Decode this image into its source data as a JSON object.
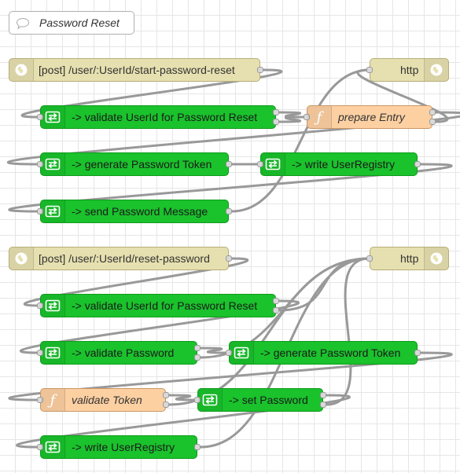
{
  "comment": {
    "label": "Password Reset"
  },
  "flow1": {
    "http_in": "[post] /user/:UserId/start-password-reset",
    "validate_user": "-> validate UserId for Password Reset",
    "prepare_entry": "prepare Entry",
    "generate_token": "-> generate Password Token",
    "write_registry": "-> write UserRegistry",
    "send_message": "-> send Password Message",
    "http_response": "http"
  },
  "flow2": {
    "http_in": "[post] /user/:UserId/reset-password",
    "validate_user": "-> validate UserId for Password Reset",
    "validate_password": "-> validate Password",
    "generate_token": "-> generate Password Token",
    "validate_token": "validate Token",
    "set_password": "-> set Password",
    "write_registry": "-> write UserRegistry",
    "http_response": "http"
  },
  "icons": {
    "comment": "speech-bubble-icon",
    "http": "globe-icon",
    "subflow": "subflow-arrows-icon",
    "function": "function-icon"
  },
  "colors": {
    "subflow": "#1ac22c",
    "function": "#fdd0a2",
    "http": "#e6e0b0",
    "wire": "#999999"
  }
}
